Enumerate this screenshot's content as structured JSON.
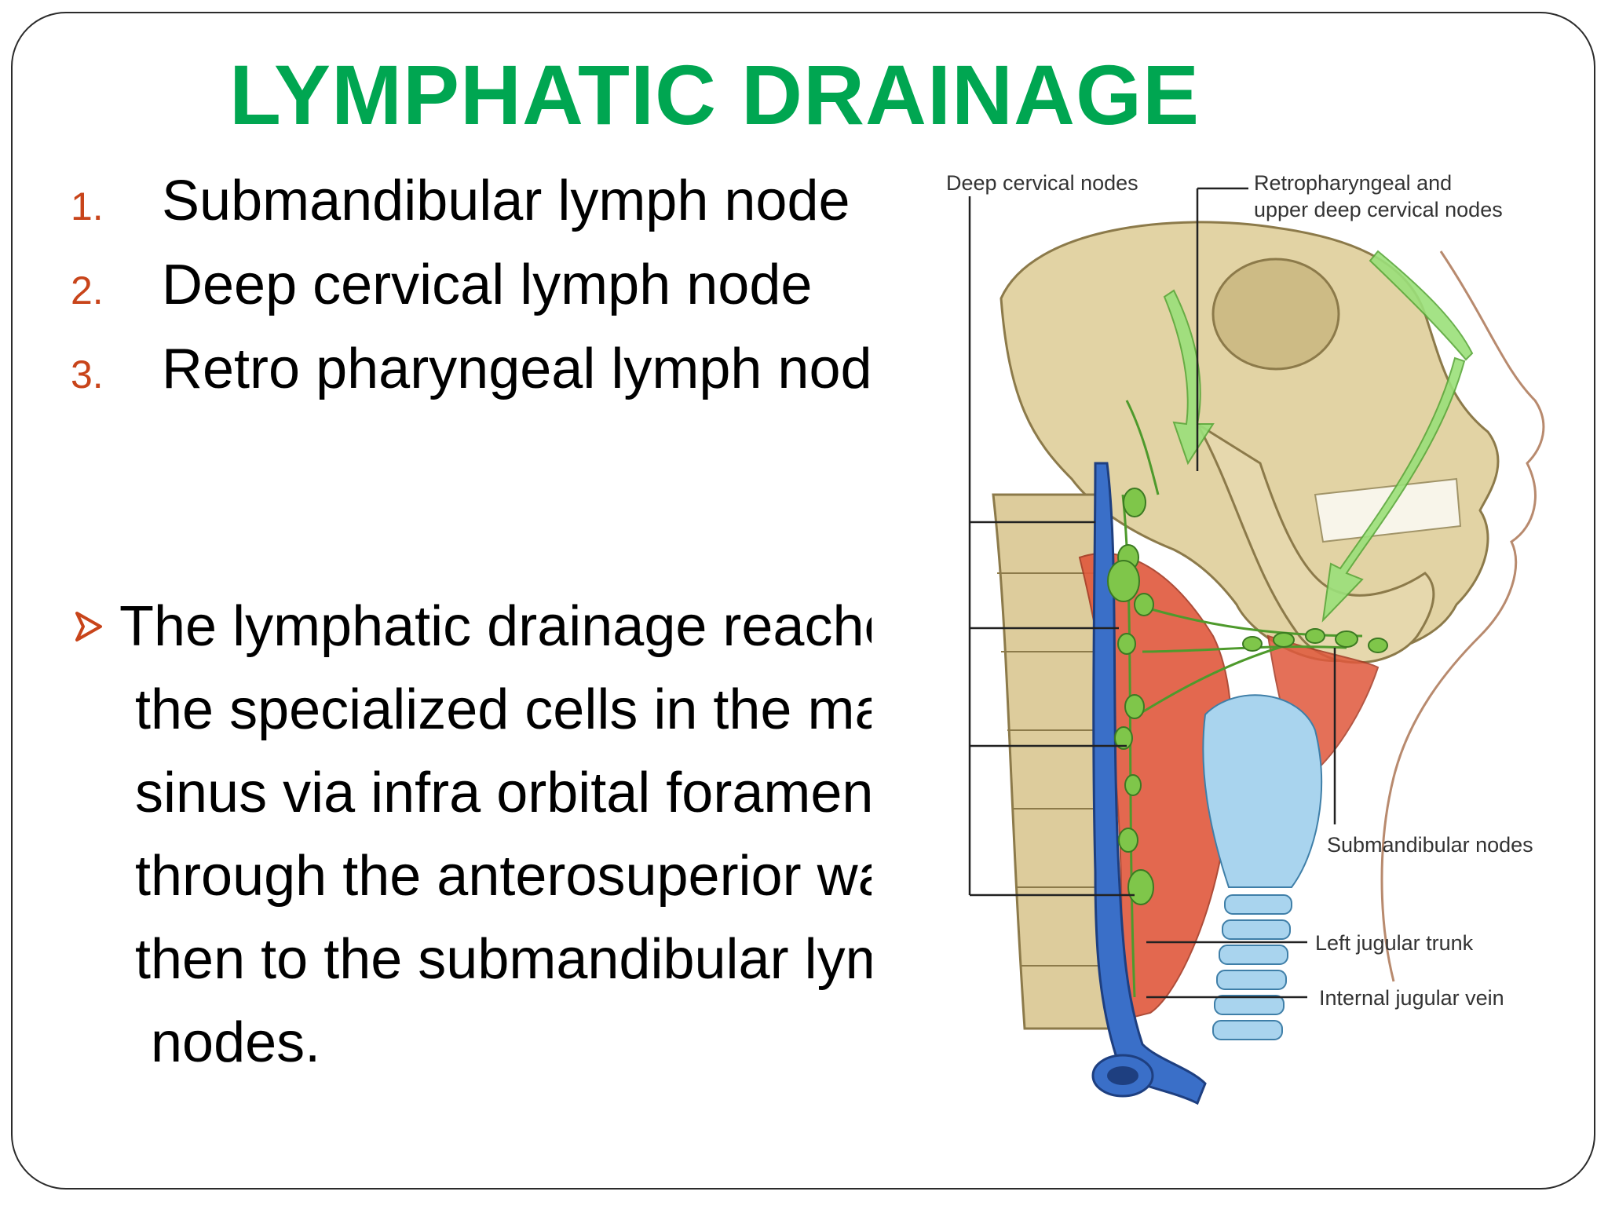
{
  "slide": {
    "title": "LYMPHATIC DRAINAGE",
    "numbered_list": [
      {
        "number": "1.",
        "text": "Submandibular lymph node"
      },
      {
        "number": "2.",
        "text": "Deep cervical lymph node"
      },
      {
        "number": "3.",
        "text": "Retro pharyngeal lymph node"
      }
    ],
    "bullet_lines": [
      "The lymphatic drainage reaches",
      "the specialized cells in the maxillary",
      "sinus via infra orbital foramen",
      "through the anterosuperior wall and",
      "then to the submandibular lymph",
      "nodes."
    ]
  },
  "figure": {
    "labels": {
      "deep_cervical": "Deep cervical nodes",
      "retro_line1": "Retropharyngeal and",
      "retro_line2": "upper deep cervical nodes",
      "submandibular": "Submandibular nodes",
      "left_jugular": "Left jugular trunk",
      "internal_jugular": "Internal jugular vein"
    },
    "colors": {
      "bone": "#e2d3a4",
      "bone_edge": "#8c7a4a",
      "muscle": "#e0583c",
      "vein": "#3a6fc8",
      "lymph": "#7fc64a",
      "cartilage": "#a9d4ee"
    }
  }
}
